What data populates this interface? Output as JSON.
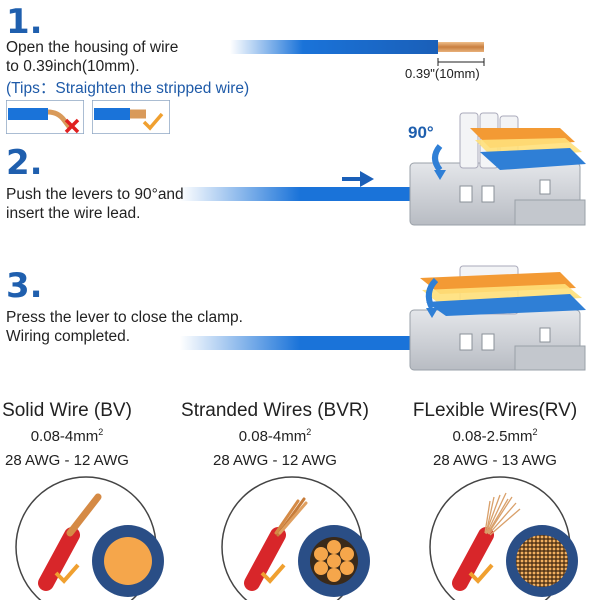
{
  "steps": [
    {
      "num": "1.",
      "line1": "Open the housing of wire",
      "line2": "to 0.39inch(10mm).",
      "tip": "(Tips：Straighten the stripped wire)",
      "measure": "0.39\"(10mm)"
    },
    {
      "num": "2.",
      "line1": "Push the levers to 90°and",
      "line2": "insert the wire lead.",
      "angle": "90°"
    },
    {
      "num": "3.",
      "line1": "Press the lever to close the clamp.",
      "line2": "Wiring completed."
    }
  ],
  "wires": [
    {
      "title": "Solid Wire (BV)",
      "range": "0.08-4mm",
      "awg": "28 AWG - 12 AWG"
    },
    {
      "title": "Stranded Wires (BVR)",
      "range": "0.08-4mm",
      "awg": "28 AWG - 12 AWG"
    },
    {
      "title": "FLexible Wires(RV)",
      "range": "0.08-2.5mm",
      "awg": "28 AWG - 13 AWG"
    }
  ],
  "sup": "2",
  "colors": {
    "accent_blue": "#1f5fae",
    "wire_blue": "#1a73d9",
    "check_orange": "#f0a030",
    "cross_red": "#e02020",
    "housing_gray": "#c9ccd1",
    "copper": "#d99a5a"
  },
  "icons": [
    "cross-icon",
    "check-icon",
    "arrow-icon"
  ]
}
